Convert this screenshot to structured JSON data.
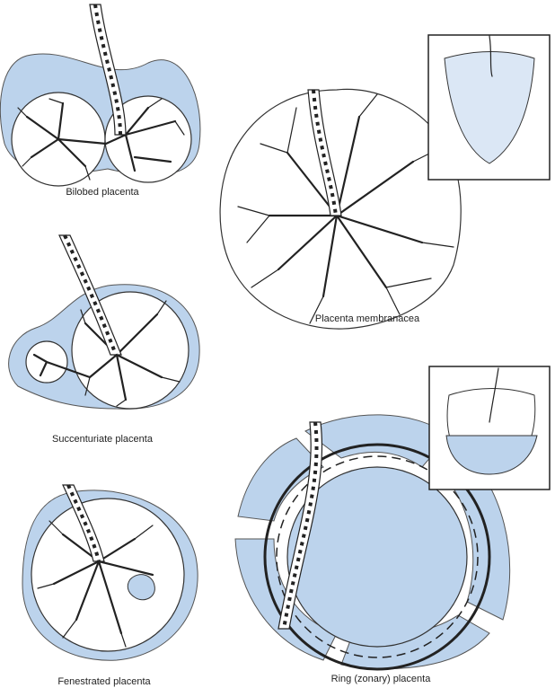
{
  "labels": {
    "bilobed": "Bilobed placenta",
    "membranacea": "Placenta membranacea",
    "succenturiate": "Succenturiate placenta",
    "fenestrated": "Fenestrated placenta",
    "ring": "Ring (zonary) placenta"
  },
  "colors": {
    "membrane_blue": "#bcd3ec",
    "line": "#222222"
  }
}
